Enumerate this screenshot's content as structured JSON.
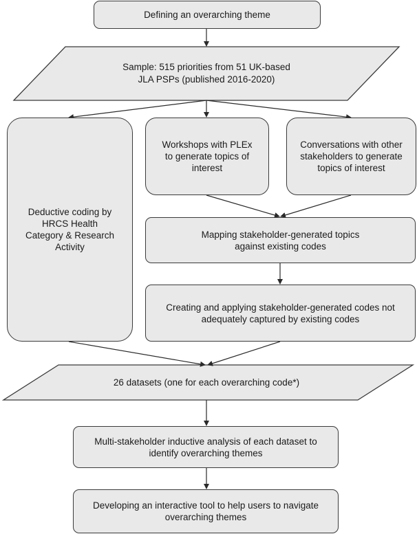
{
  "nodes": {
    "defining_theme": "Defining an overarching theme",
    "sample": "Sample: 515 priorities from 51 UK-based\nJLA PSPs (published 2016-2020)",
    "deductive_coding": "Deductive coding by\nHRCS Health\nCategory & Research\nActivity",
    "workshops": "Workshops with PLEx\nto generate topics of\ninterest",
    "conversations": "Conversations with other\nstakeholders to generate\ntopics of interest",
    "mapping": "Mapping stakeholder-generated topics\nagainst existing codes",
    "creating_codes": "Creating and applying stakeholder-generated codes not\nadequately captured by existing codes",
    "datasets": "26 datasets (one for each overarching code*)",
    "inductive_analysis": "Multi-stakeholder inductive analysis of each dataset to\nidentify overarching themes",
    "interactive_tool": "Developing an interactive tool to help users to navigate\noverarching themes"
  },
  "colors": {
    "fill": "#e9e9e9",
    "stroke": "#3a3a3a",
    "arrow": "#2a2a2a"
  }
}
